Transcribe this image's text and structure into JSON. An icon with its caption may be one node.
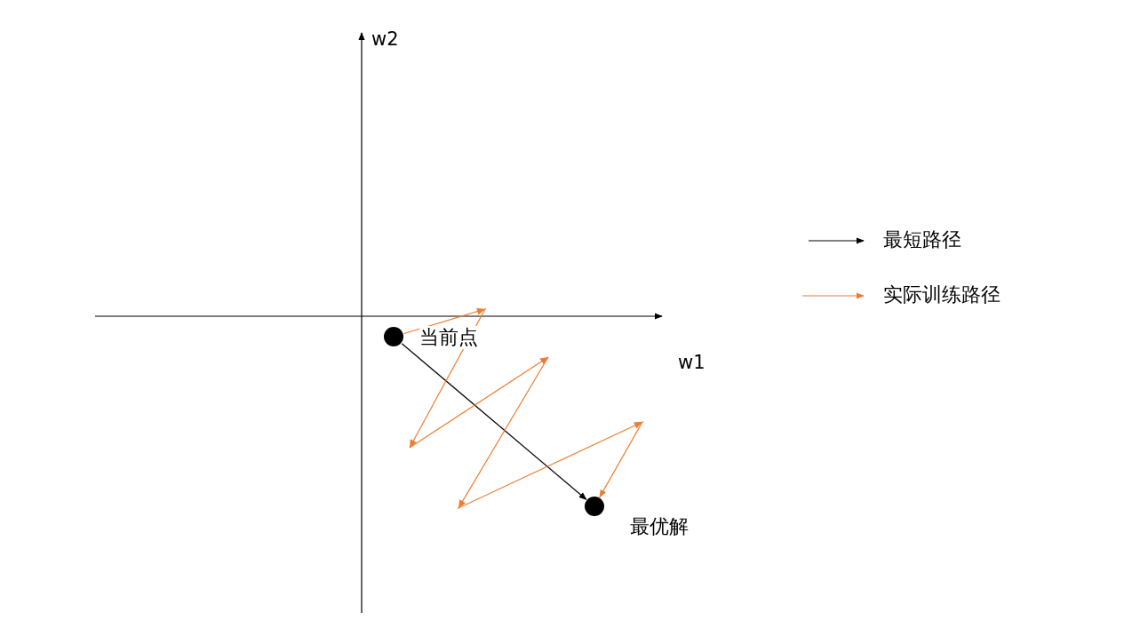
{
  "diagram": {
    "nodes": [
      {
        "text": [],
        "shape": "circle",
        "beside": [
          "当前点"
        ]
      },
      {
        "text": [],
        "shape": "circle",
        "beside": [
          "最优解"
        ]
      }
    ],
    "edges": [
      {
        "from": 0,
        "to": 1,
        "arrow": "to"
      },
      {
        "from": 0,
        "to": 1,
        "arrow": "to",
        "color": "#ed7d31"
      }
    ],
    "labels": [
      "w2",
      "w1"
    ],
    "legend": [
      {
        "text": "最短路径"
      },
      {
        "text": "实际训练路径"
      }
    ]
  }
}
